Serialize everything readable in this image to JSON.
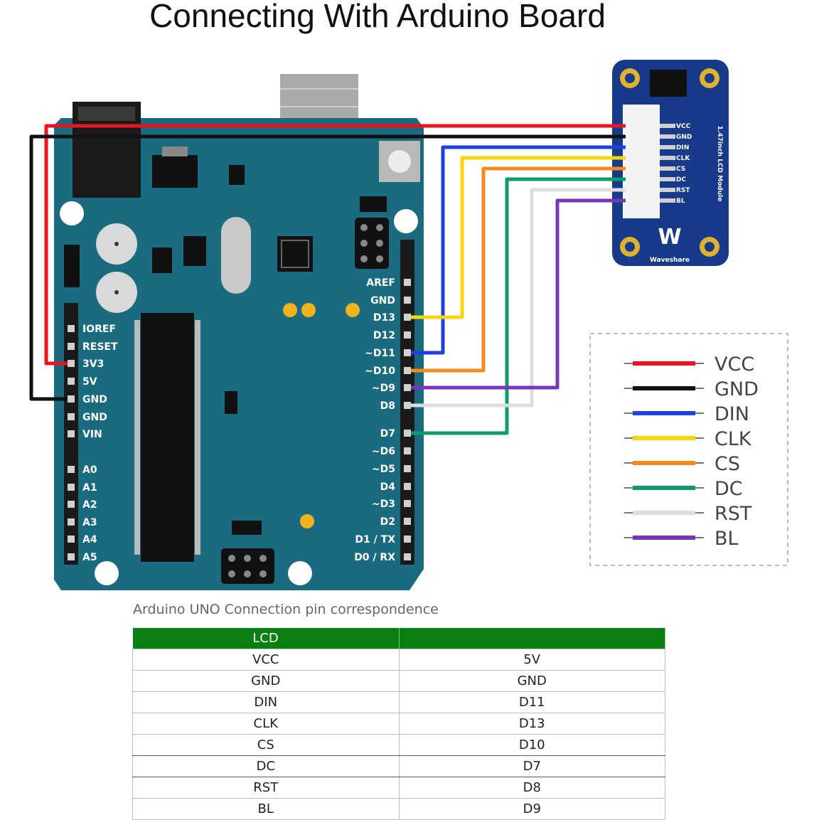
{
  "title": "Connecting With Arduino Board",
  "board": {
    "left_pins": [
      "IOREF",
      "RESET",
      "3V3",
      "5V",
      "GND",
      "GND",
      "VIN",
      "A0",
      "A1",
      "A2",
      "A3",
      "A4",
      "A5"
    ],
    "right_pins_top": [
      "AREF",
      "GND",
      "D13",
      "D12",
      "~D11",
      "~D10",
      "~D9",
      "D8"
    ],
    "right_pins_bottom": [
      "D7",
      "~D6",
      "~D5",
      "D4",
      "~D3",
      "D2",
      "D1 / TX",
      "D0 / RX"
    ]
  },
  "module": {
    "name": "1.47inch LCD Module",
    "brand": "Waveshare",
    "pins": [
      "VCC",
      "GND",
      "DIN",
      "CLK",
      "CS",
      "DC",
      "RST",
      "BL"
    ]
  },
  "legend": [
    {
      "label": "VCC",
      "color": "#e8161c"
    },
    {
      "label": "GND",
      "color": "#111111"
    },
    {
      "label": "DIN",
      "color": "#1f3fe0"
    },
    {
      "label": "CLK",
      "color": "#f7d70a"
    },
    {
      "label": "CS",
      "color": "#f58b1f"
    },
    {
      "label": "DC",
      "color": "#0e9a6e"
    },
    {
      "label": "RST",
      "color": "#dddddd"
    },
    {
      "label": "BL",
      "color": "#7b35b8"
    }
  ],
  "table": {
    "caption": "Arduino UNO Connection pin correspondence",
    "headers": [
      "LCD",
      ""
    ],
    "rows": [
      [
        "VCC",
        "5V"
      ],
      [
        "GND",
        "GND"
      ],
      [
        "DIN",
        "D11"
      ],
      [
        "CLK",
        "D13"
      ],
      [
        "CS",
        "D10"
      ],
      [
        "DC",
        "D7"
      ],
      [
        "RST",
        "D8"
      ],
      [
        "BL",
        "D9"
      ]
    ]
  }
}
